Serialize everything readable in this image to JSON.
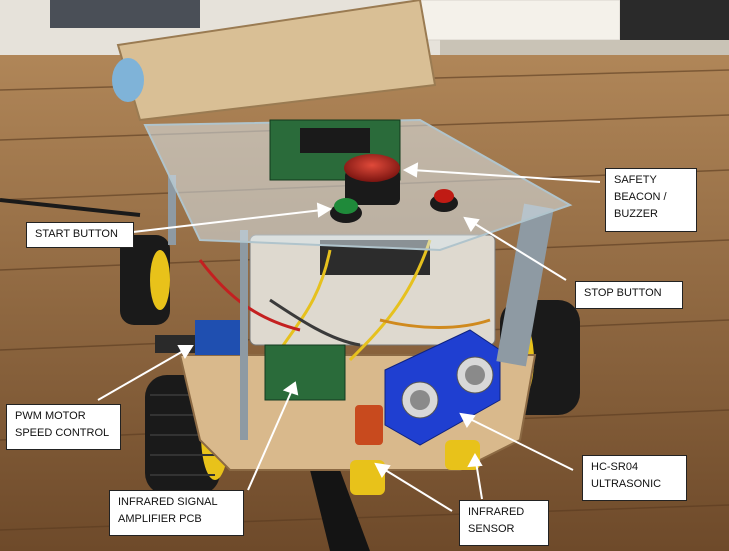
{
  "callouts": {
    "safety_beacon": [
      "SAFETY",
      "BEACON /",
      "BUZZER"
    ],
    "start_button": [
      "START BUTTON"
    ],
    "stop_button": [
      "STOP BUTTON"
    ],
    "pwm_motor": [
      "PWM MOTOR",
      "SPEED CONTROL"
    ],
    "hc_sr04": [
      "HC-SR04",
      "ULTRASONIC"
    ],
    "infrared_amp": [
      "INFRARED SIGNAL",
      "AMPLIFIER PCB"
    ],
    "infrared_sensor": [
      "INFRARED",
      "SENSOR"
    ]
  },
  "colors": {
    "floor": "#8a6440",
    "acrylic": "#d8e6ec",
    "wheel": "#1a1a1a",
    "hub": "#e8c21a",
    "sensor_mount": "#1f3fd1",
    "beacon": "#b0201c",
    "start_button": "#1f8a3a",
    "stop_button": "#c01b14",
    "plywood": "#d9b98c"
  }
}
